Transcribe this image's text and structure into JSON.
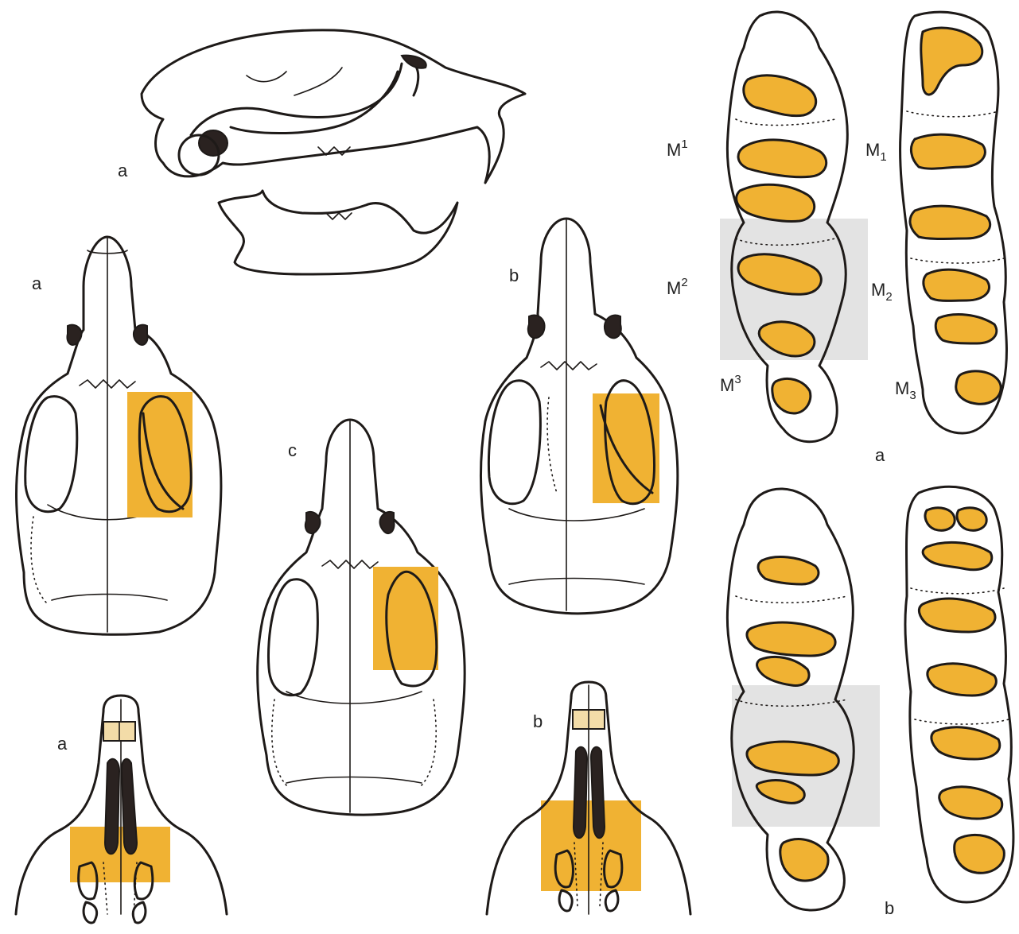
{
  "labels": {
    "lateral_skull": "a",
    "dorsal_a": "a",
    "dorsal_b": "b",
    "dorsal_c": "c",
    "palate_a": "a",
    "palate_b": "b",
    "teeth_a": "a",
    "teeth_b": "b"
  },
  "molars": {
    "upper": [
      {
        "base": "M",
        "index": "1"
      },
      {
        "base": "M",
        "index": "2"
      },
      {
        "base": "M",
        "index": "3"
      }
    ],
    "lower": [
      {
        "base": "M",
        "index": "1"
      },
      {
        "base": "M",
        "index": "2"
      },
      {
        "base": "M",
        "index": "3"
      }
    ]
  },
  "colors": {
    "highlight": "#f0b233",
    "ink": "#1e1a18",
    "shaded_region": "#d4d4d4"
  }
}
